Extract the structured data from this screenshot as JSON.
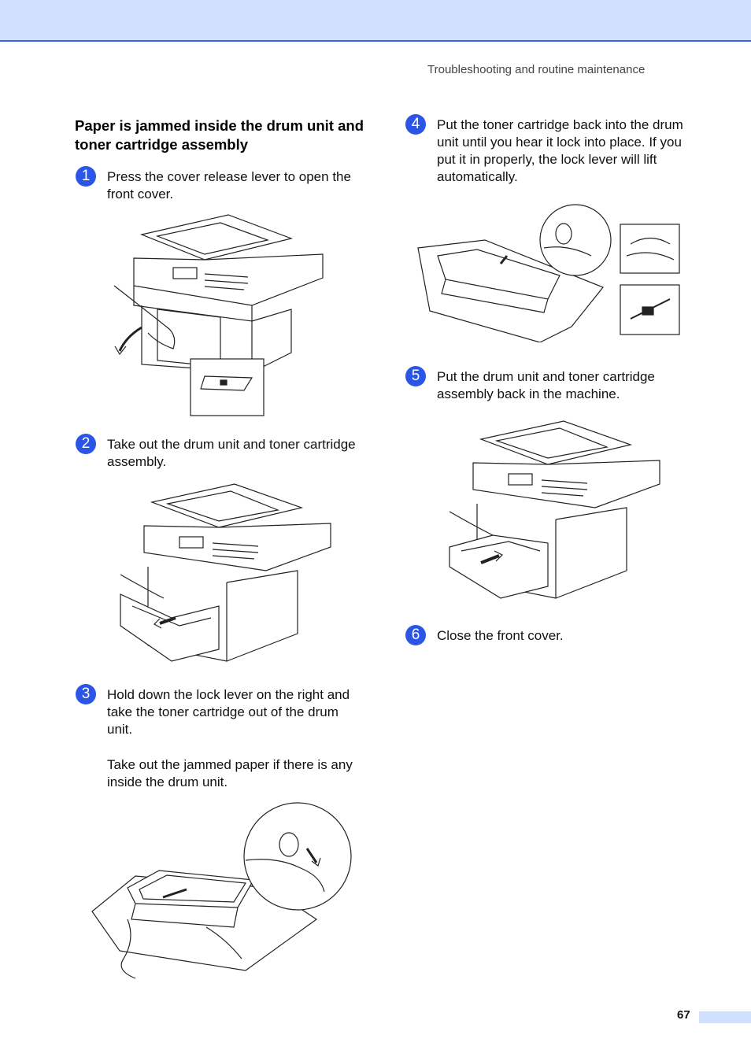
{
  "header": {
    "running_title": "Troubleshooting and routine maintenance"
  },
  "section": {
    "title": "Paper is jammed inside the drum unit and toner cartridge assembly"
  },
  "steps": [
    {
      "number": "1",
      "text": "Press the cover release lever to open the front cover."
    },
    {
      "number": "2",
      "text": "Take out the drum unit and toner cartridge assembly."
    },
    {
      "number": "3",
      "text": "Hold down the lock lever on the right and take the toner cartridge out of the drum unit.",
      "note": "Take out the jammed paper if there is any inside the drum unit."
    },
    {
      "number": "4",
      "text": "Put the toner cartridge back into the drum unit until you hear it lock into place. If you put it in properly, the lock lever will lift automatically."
    },
    {
      "number": "5",
      "text": "Put the drum unit and toner cartridge assembly back in the machine."
    },
    {
      "number": "6",
      "text": "Close the front cover."
    }
  ],
  "footer": {
    "page_number": "67"
  },
  "colors": {
    "accent": "#2a55e6",
    "header_band": "#cfe0ff"
  }
}
